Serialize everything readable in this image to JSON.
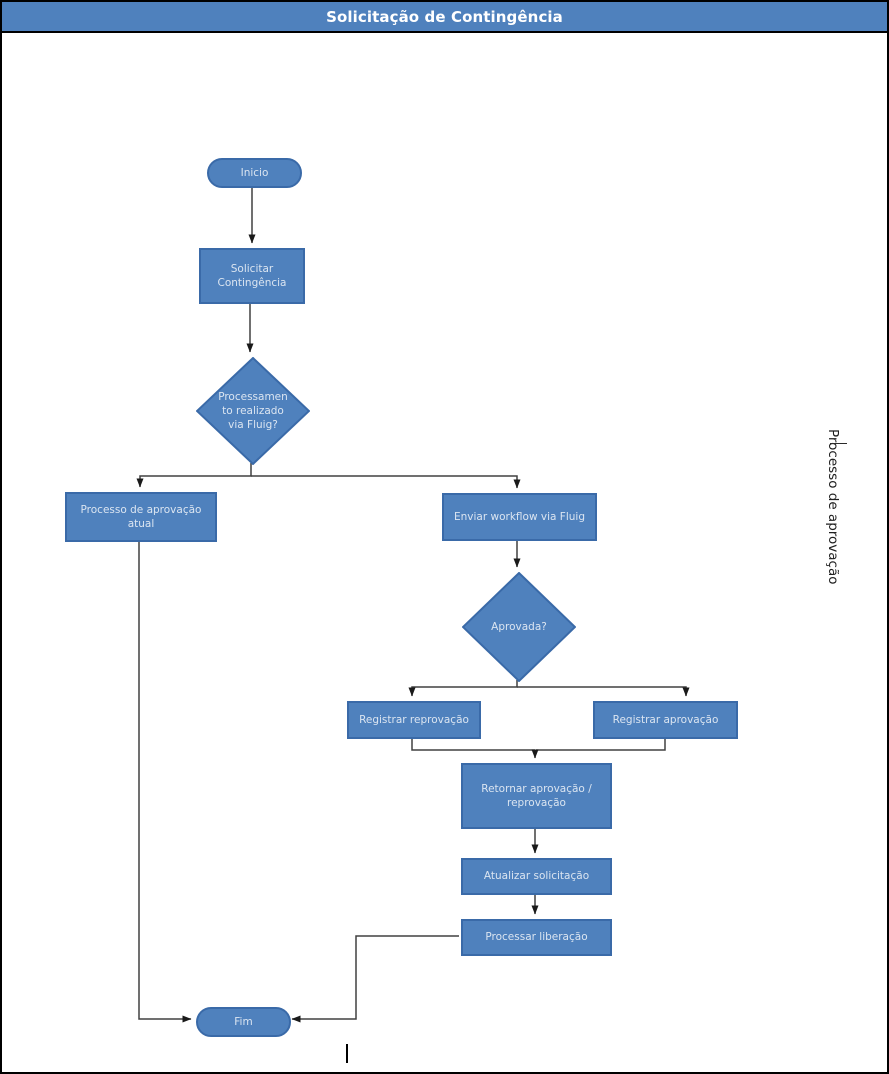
{
  "title": "Solicitação de Contingência",
  "lane_label": "Processo de aprovação",
  "colors": {
    "node_fill": "#4f81bd",
    "node_border": "#3a6aa8",
    "node_text": "#dbe5f1",
    "title_fill": "#4f81bd",
    "title_text": "#ffffff",
    "connector": "#404040",
    "frame": "#000000"
  },
  "nodes": {
    "inicio": {
      "type": "terminator",
      "label": "Inicio"
    },
    "solicitar_contingencia": {
      "type": "process",
      "lines": [
        "Solicitar",
        "Contingência"
      ]
    },
    "processamento_via_fluig": {
      "type": "decision",
      "lines": [
        "Processamen",
        "to realizado",
        "via Fluig?"
      ]
    },
    "processo_aprovacao_atual": {
      "type": "process",
      "lines": [
        "Processo de aprovação",
        "atual"
      ]
    },
    "enviar_workflow": {
      "type": "process",
      "label": "Enviar workflow via Fluig"
    },
    "aprovada": {
      "type": "decision",
      "label": "Aprovada?"
    },
    "registrar_reprovacao": {
      "type": "process",
      "label": "Registrar reprovação"
    },
    "registrar_aprovacao": {
      "type": "process",
      "label": "Registrar aprovação"
    },
    "retornar_aprovacao": {
      "type": "process",
      "lines": [
        "Retornar aprovação /",
        "reprovação"
      ]
    },
    "atualizar_solicitacao": {
      "type": "process",
      "label": "Atualizar solicitação"
    },
    "processar_liberacao": {
      "type": "process",
      "label": "Processar liberação"
    },
    "fim": {
      "type": "terminator",
      "label": "Fim"
    }
  }
}
